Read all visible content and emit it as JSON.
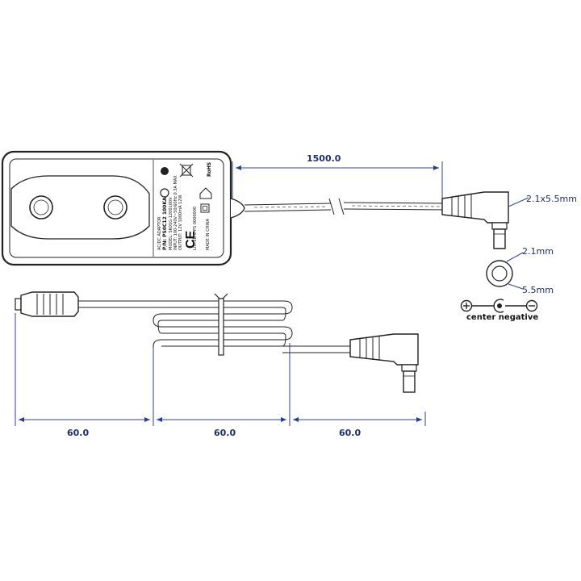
{
  "dimensions": {
    "cable_length": "1500.0",
    "segment_left": "60.0",
    "segment_middle": "60.0",
    "segment_right": "60.0"
  },
  "plug": {
    "plug_size": "2.1x5.5mm",
    "inner_diameter": "2.1mm",
    "outer_diameter": "5.5mm"
  },
  "polarity": {
    "label": "center negative"
  },
  "adapter_label": {
    "lines": [
      "AC/DC ADAPTOR",
      "P/N: PS0C12 100KA",
      "MODEL: SK01G-1200100V",
      "INPUT: 100-240V~50/60Hz 0.3A MAX",
      "OUTPUT: 12V 1000mA 12W",
      "LISTED E-PS 0000000",
      "MADE IN CHINA"
    ]
  },
  "colors": {
    "dimension": "#2b3f8f",
    "line": "#222222"
  }
}
